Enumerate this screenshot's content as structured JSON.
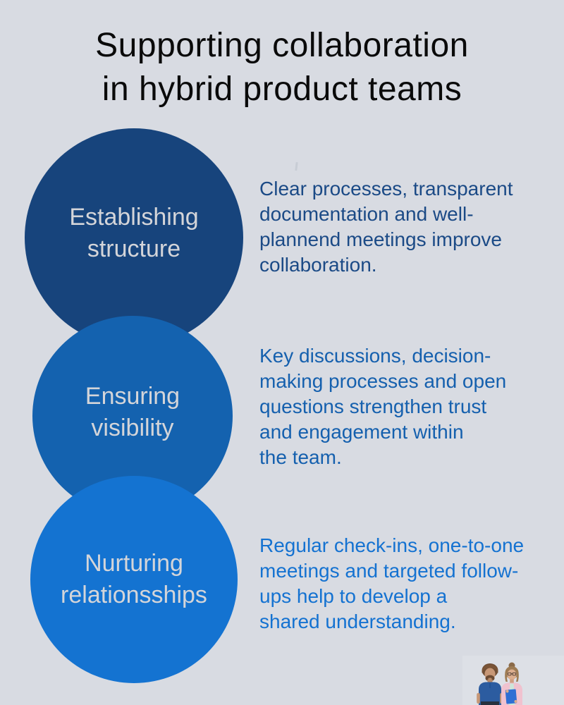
{
  "page": {
    "background": "#d8dbe2",
    "title": "Supporting collaboration\nin hybrid product teams",
    "title_color": "#0a0a0a"
  },
  "items": [
    {
      "id": "establishing-structure",
      "label": "Establishing\nstructure",
      "description": "Clear processes, transparent\ndocumentation and well-\nplannend meetings improve\ncollaboration.",
      "circle_color": "#17447c",
      "label_color": "#d4d5d9",
      "desc_color": "#1b4a86"
    },
    {
      "id": "ensuring-visibility",
      "label": "Ensuring\nvisibility",
      "description": "Key discussions, decision-\nmaking processes and open\nquestions strengthen trust\nand engagement within\nthe team.",
      "circle_color": "#1462af",
      "label_color": "#d4d5d9",
      "desc_color": "#1560ae"
    },
    {
      "id": "nurturing-relationships",
      "label": "Nurturing\nrelationsships",
      "description": "Regular check-ins, one-to-one\nmeetings and targeted follow-\nups help to develop a\nshared understanding.",
      "circle_color": "#1473d1",
      "label_color": "#d4d5d9",
      "desc_color": "#1472d1"
    }
  ],
  "photo": {
    "name": "two-people-team-photo",
    "man_shirt_color": "#2c5ca0",
    "woman_cardigan_color": "#eebbc9",
    "folder_color": "#2f6fd4"
  }
}
